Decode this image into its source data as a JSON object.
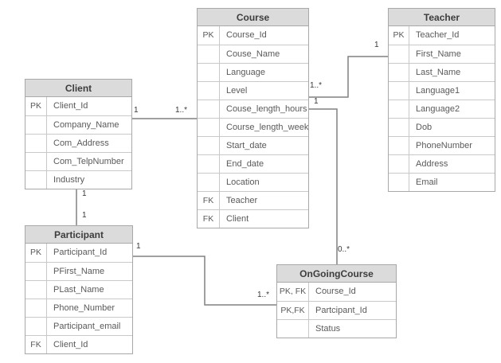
{
  "entities": [
    {
      "id": "course",
      "title": "Course",
      "rows": [
        {
          "key": "PK",
          "field": "Course_Id"
        },
        {
          "key": "",
          "field": "Couse_Name"
        },
        {
          "key": "",
          "field": "Language"
        },
        {
          "key": "",
          "field": "Level"
        },
        {
          "key": "",
          "field": "Couse_length_hours"
        },
        {
          "key": "",
          "field": "Course_length_weeks"
        },
        {
          "key": "",
          "field": "Start_date"
        },
        {
          "key": "",
          "field": "End_date"
        },
        {
          "key": "",
          "field": "Location"
        },
        {
          "key": "FK",
          "field": "Teacher"
        },
        {
          "key": "FK",
          "field": "Client"
        }
      ]
    },
    {
      "id": "teacher",
      "title": "Teacher",
      "rows": [
        {
          "key": "PK",
          "field": "Teacher_Id"
        },
        {
          "key": "",
          "field": "First_Name"
        },
        {
          "key": "",
          "field": "Last_Name"
        },
        {
          "key": "",
          "field": "Language1"
        },
        {
          "key": "",
          "field": "Language2"
        },
        {
          "key": "",
          "field": "Dob"
        },
        {
          "key": "",
          "field": "PhoneNumber"
        },
        {
          "key": "",
          "field": "Address"
        },
        {
          "key": "",
          "field": "Email"
        }
      ]
    },
    {
      "id": "client",
      "title": "Client",
      "rows": [
        {
          "key": "PK",
          "field": "Client_Id"
        },
        {
          "key": "",
          "field": "Company_Name"
        },
        {
          "key": "",
          "field": "Com_Address"
        },
        {
          "key": "",
          "field": "Com_TelpNumber"
        },
        {
          "key": "",
          "field": "Industry"
        }
      ]
    },
    {
      "id": "participant",
      "title": "Participant",
      "rows": [
        {
          "key": "PK",
          "field": "Participant_Id"
        },
        {
          "key": "",
          "field": "PFirst_Name"
        },
        {
          "key": "",
          "field": "PLast_Name"
        },
        {
          "key": "",
          "field": "Phone_Number"
        },
        {
          "key": "",
          "field": "Participant_email"
        },
        {
          "key": "FK",
          "field": "Client_Id"
        }
      ]
    },
    {
      "id": "ongoingcourse",
      "title": "OnGoingCourse",
      "rows": [
        {
          "key": "PK, FK",
          "field": "Course_Id"
        },
        {
          "key": "PK,FK",
          "field": "Partcipant_Id"
        },
        {
          "key": "",
          "field": "Status"
        }
      ]
    }
  ],
  "relationships": [
    {
      "id": "client-course",
      "from": "Client",
      "to": "Course",
      "from_card": "1",
      "to_card": "1..*"
    },
    {
      "id": "course-teacher",
      "from": "Course",
      "to": "Teacher",
      "from_card": "1..*",
      "to_card": "1"
    },
    {
      "id": "course-ongoingcourse",
      "from": "Course",
      "to": "OnGoingCourse",
      "from_card": "1",
      "to_card": "0..*"
    },
    {
      "id": "participant-ongoingcourse",
      "from": "Participant",
      "to": "OnGoingCourse",
      "from_card": "1",
      "to_card": "1..*"
    },
    {
      "id": "client-participant",
      "from": "Client",
      "to": "Participant",
      "from_card": "1",
      "to_card": "1"
    }
  ],
  "colors": {
    "header_bg": "#dbdbdb",
    "outer_border": "#a8a8a8",
    "inner_border": "#c9c9c9",
    "header_text": "#3d3d3d",
    "row_text": "#5a5a5a",
    "line": "#808080",
    "cardinality_text": "#383838",
    "background": "#ffffff"
  }
}
